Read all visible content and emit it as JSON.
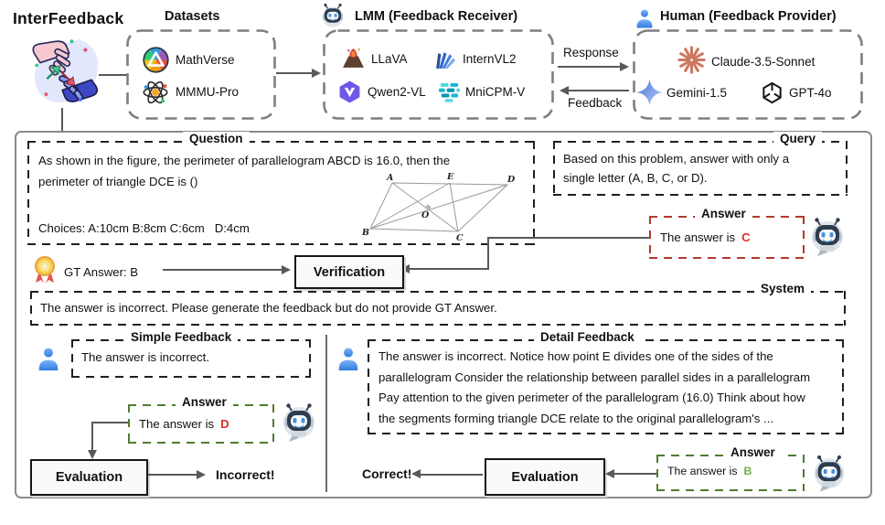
{
  "title": "InterFeedback",
  "datasets": {
    "title": "Datasets",
    "items": [
      "MathVerse",
      "MMMU-Pro"
    ]
  },
  "lmm": {
    "title": "LMM (Feedback Receiver)",
    "items": [
      "LLaVA",
      "InternVL2",
      "Qwen2-VL",
      "MniCPM-V"
    ]
  },
  "human": {
    "title": "Human (Feedback Provider)",
    "items": [
      "Claude-3.5-Sonnet",
      "Gemini-1.5",
      "GPT-4o"
    ]
  },
  "flow": {
    "response": "Response",
    "feedback": "Feedback"
  },
  "question": {
    "title": "Question",
    "lines": [
      "As shown in the figure, the perimeter of parallelogram ABCD is 16.0, then the",
      "perimeter of triangle DCE is ()"
    ],
    "choices": "Choices: A:10cm B:8cm C:6cm   D:4cm",
    "figure_labels": {
      "A": "A",
      "B": "B",
      "C": "C",
      "D": "D",
      "E": "E",
      "O": "O"
    }
  },
  "query": {
    "title": "Query",
    "lines": [
      "Based on this problem, answer with only a",
      "single letter (A, B, C, or D)."
    ]
  },
  "answer1": {
    "title": "Answer",
    "prefix": "The answer is",
    "letter": "C"
  },
  "gt_answer": "GT Answer: B",
  "verification": "Verification",
  "system": {
    "title": "System",
    "text": "The answer is incorrect. Please generate the feedback but do not provide GT Answer."
  },
  "simple": {
    "title": "Simple Feedback",
    "text": "The answer is incorrect.",
    "answer": {
      "title": "Answer",
      "prefix": "The answer is",
      "letter": "D"
    },
    "evaluation": "Evaluation",
    "result": "Incorrect!"
  },
  "detail": {
    "title": "Detail Feedback",
    "lines": [
      "The answer is incorrect. Notice how point E divides one of the sides of the",
      "parallelogram Consider the relationship between parallel sides in a parallelogram",
      "Pay attention to the given perimeter of the parallelogram (16.0) Think about how",
      "the segments forming triangle DCE relate to the original parallelogram's ..."
    ],
    "answer": {
      "title": "Answer",
      "prefix": "The answer is",
      "letter": "B"
    },
    "evaluation": "Evaluation",
    "result": "Correct!"
  },
  "colors": {
    "wrong_letter": "#d93025",
    "correct_letter": "#70ad47",
    "red_box_border": "#b5382c",
    "green_box_border": "#4e7c31",
    "dashed_black": "#1f1f1f",
    "dashed_gray": "#7f7f7f",
    "arrow_gray": "#595959"
  }
}
